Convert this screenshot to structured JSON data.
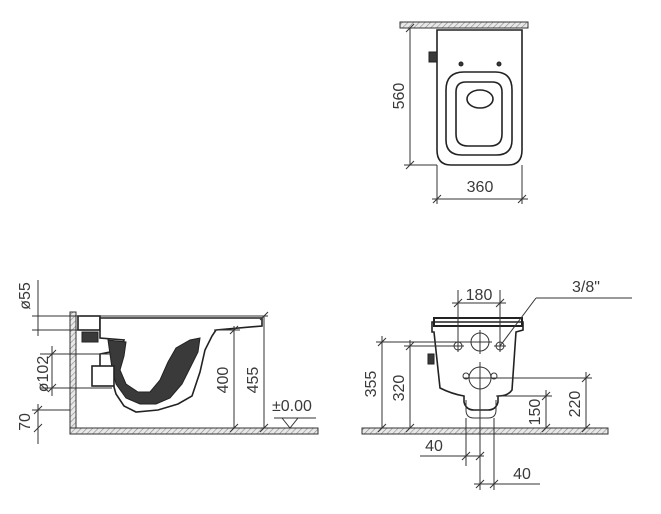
{
  "dimensions": {
    "top_depth": "560",
    "top_width": "360",
    "side_pipe_diameter": "ø55",
    "side_outlet_diameter": "ø102",
    "side_floor_offset": "70",
    "side_rim_height": "400",
    "side_total_height": "455",
    "side_floor_level": "±0.00",
    "front_bolt_spacing": "180",
    "front_thread": "3/8\"",
    "front_height_355": "355",
    "front_height_320": "320",
    "front_height_220": "220",
    "front_height_150": "150",
    "front_offset_left": "40",
    "front_offset_right": "40"
  }
}
